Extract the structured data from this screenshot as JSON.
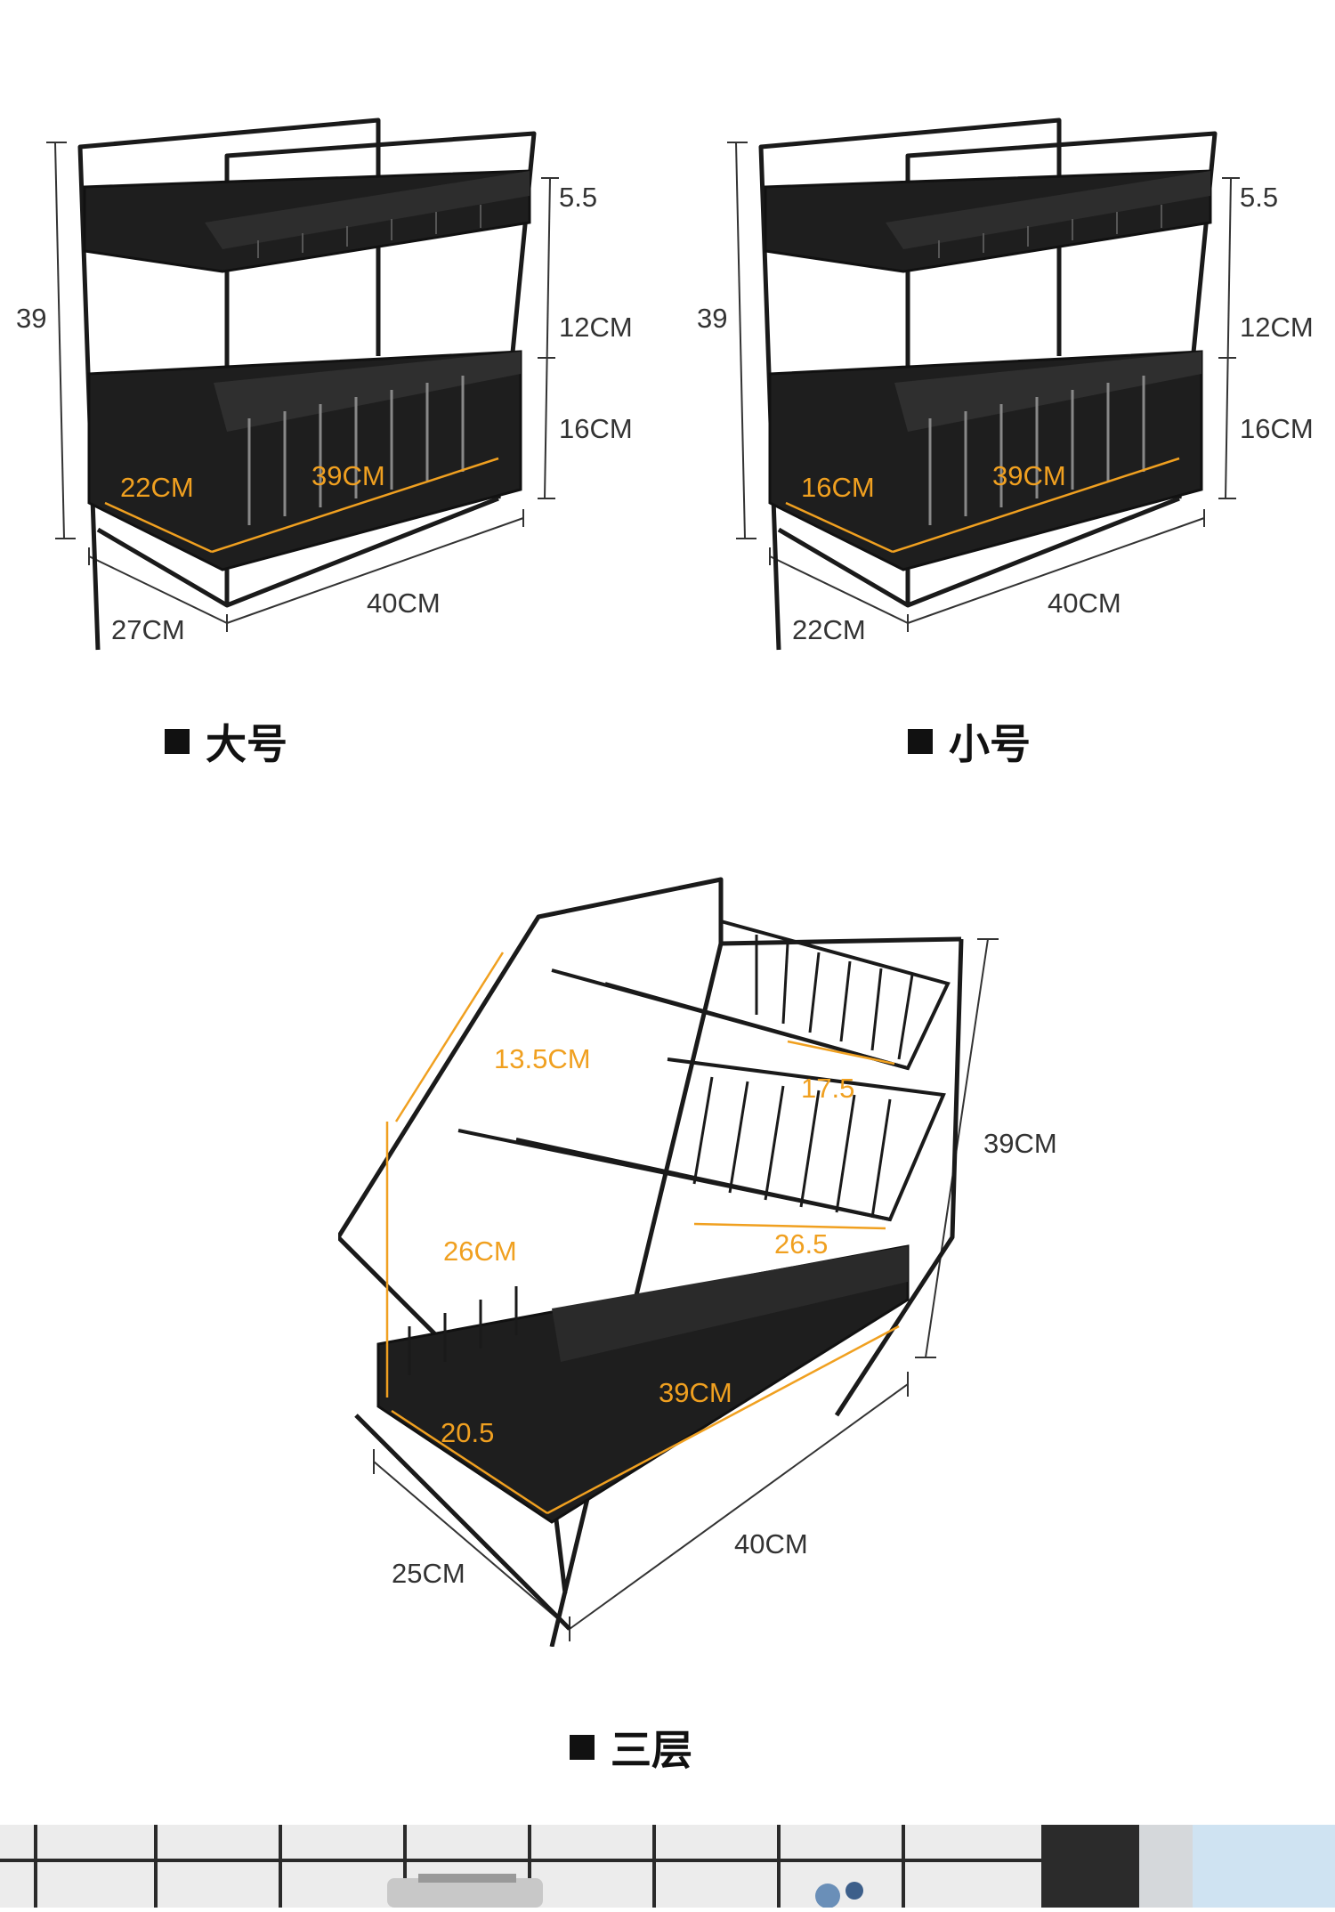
{
  "products": [
    {
      "caption": "大号",
      "dims": {
        "height": "39",
        "top_gap": "5.5",
        "mid_gap": "12CM",
        "low_gap": "16CM",
        "inner_depth": "22CM",
        "inner_width": "39CM",
        "depth": "27CM",
        "width": "40CM"
      }
    },
    {
      "caption": "小号",
      "dims": {
        "height": "39",
        "top_gap": "5.5",
        "mid_gap": "12CM",
        "low_gap": "16CM",
        "inner_depth": "16CM",
        "inner_width": "39CM",
        "depth": "22CM",
        "width": "40CM"
      }
    },
    {
      "caption": "三层",
      "dims": {
        "top_slant": "13.5CM",
        "top_depth": "17.5",
        "height": "39CM",
        "mid_height": "26CM",
        "mid_depth": "26.5",
        "inner_width": "39CM",
        "inner_depth": "20.5",
        "depth": "25CM",
        "width": "40CM"
      }
    }
  ],
  "colors": {
    "frame": "#1a1a1a",
    "accent": "#f0a020",
    "dim_line": "#333333"
  }
}
